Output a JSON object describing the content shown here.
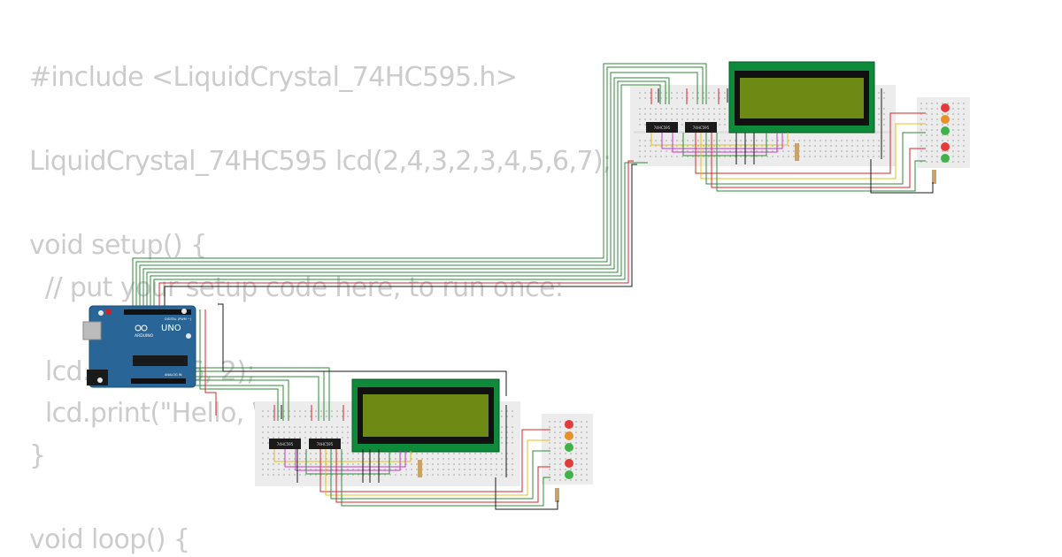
{
  "code": {
    "lines": [
      "#include <LiquidCrystal_74HC595.h>",
      "",
      "LiquidCrystal_74HC595 lcd(2,4,3,2,3,4,5,6,7);",
      "",
      "void setup() {",
      "  // put your setup code here, to run once:",
      "",
      "  lcd.begin(16, 2);",
      "  lcd.print(\"Hello, World\");",
      "}",
      "",
      "void loop() {"
    ]
  },
  "arduino": {
    "board_label": "UNO",
    "brand_label": "ARDUINO",
    "digital_label": "DIGITAL (PWM ~)",
    "analog_label": "ANALOG IN"
  },
  "chips": {
    "label": "74HC595"
  },
  "colors": {
    "pcb_blue": "#2a6597",
    "lcd_frame": "#0d8a3a",
    "lcd_screen": "#6d8a14",
    "wire_green": "#2e8b3a",
    "wire_red": "#d7262b",
    "wire_yellow": "#e0c020",
    "wire_magenta": "#c83cc8",
    "wire_black": "#1a1a1a",
    "led_red": "#e53a3a",
    "led_orange": "#e8912a",
    "led_green": "#3fb34a"
  }
}
